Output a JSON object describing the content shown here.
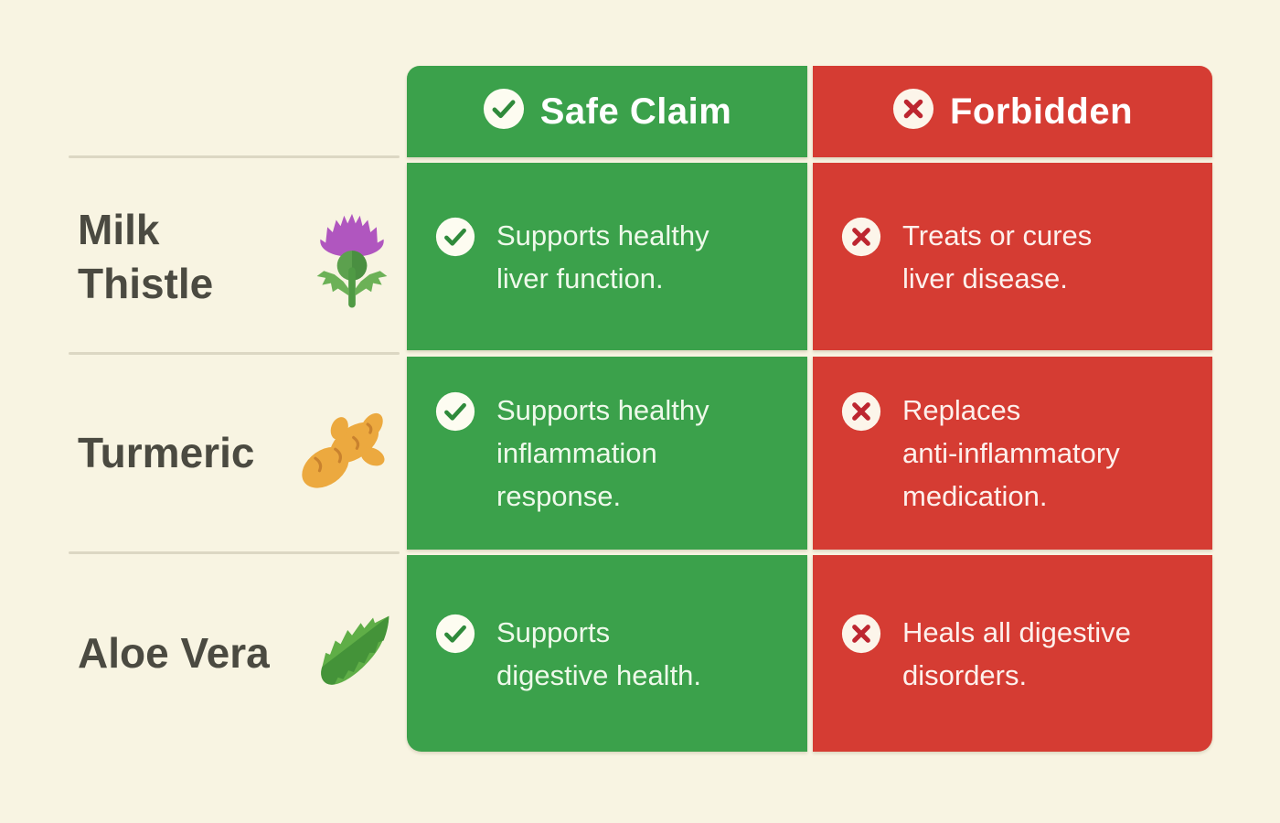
{
  "colors": {
    "safe_green": "#3ba14b",
    "forbidden_red": "#d53c33",
    "background_cream": "#f8f4e2",
    "herb_label_gray": "#4b4a41",
    "check_mark_green": "#2f8a3b",
    "x_mark_red": "#bd2630"
  },
  "table": {
    "columns": [
      {
        "label": "Safe Claim",
        "icon": "check-circle-icon",
        "color": "#3ba14b"
      },
      {
        "label": "Forbidden",
        "icon": "x-circle-icon",
        "color": "#d53c33"
      }
    ],
    "rows": [
      {
        "name": [
          "Milk",
          "Thistle"
        ],
        "icon": "milk-thistle-icon",
        "safe_claim": [
          "Supports healthy",
          "liver function."
        ],
        "forbidden_claim": [
          "Treats or cures",
          "liver disease."
        ]
      },
      {
        "name": "Turmeric",
        "icon": "turmeric-root-icon",
        "safe_claim": [
          "Supports healthy",
          "inflammation",
          "response."
        ],
        "forbidden_claim": [
          "Replaces",
          "anti-inflammatory",
          "medication."
        ]
      },
      {
        "name": "Aloe Vera",
        "icon": "aloe-leaf-icon",
        "safe_claim": [
          "Supports",
          "digestive health."
        ],
        "forbidden_claim": [
          "Heals all digestive",
          "disorders."
        ]
      }
    ]
  }
}
